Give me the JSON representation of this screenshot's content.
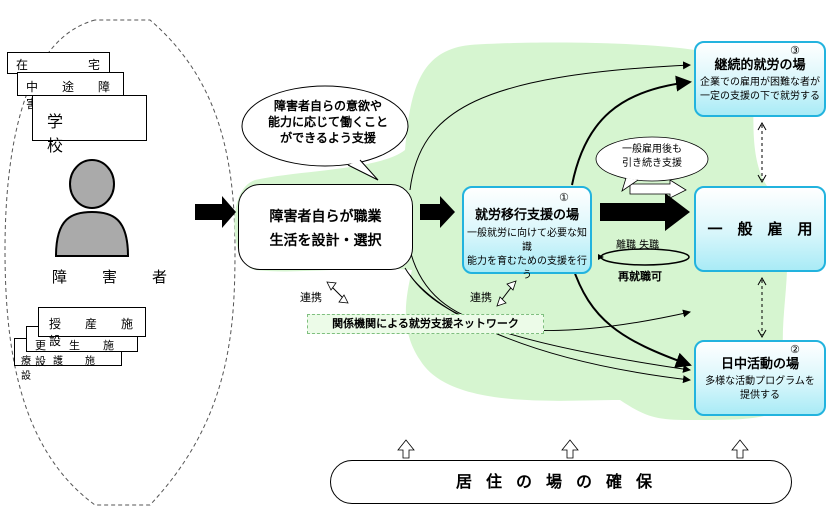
{
  "left_cards": {
    "card1": "在　　　宅",
    "card2": "中　途　障　害",
    "card3": "学　　　校",
    "person_label": "障　害　者",
    "fac1": "授　産　施　設",
    "fac2": "更　生　施　設",
    "fac3": "療　護　施　設"
  },
  "support_bubble": {
    "line1": "障害者自らの意欲や",
    "line2": "能力に応じて働くこと",
    "line3": "ができるよう支援"
  },
  "choice_box": {
    "line1": "障害者自らが職業",
    "line2": "生活を設計・選択"
  },
  "transition": {
    "number": "①",
    "title": "就労移行支援の場",
    "line1": "一般就労に向けて必要な知識",
    "line2": "能力を育むための支援を行う"
  },
  "continuous": {
    "number": "③",
    "title": "継続的就労の場",
    "line1": "企業での雇用が困難な者が",
    "line2": "一定の支援の下で就労する"
  },
  "general": {
    "title": "一　般　雇　用"
  },
  "daytime": {
    "number": "②",
    "title": "日中活動の場",
    "line1": "多様な活動プログラムを",
    "line2": "提供する"
  },
  "continued_bubble": {
    "line1": "一般雇用後も",
    "line2": "引き続き支援"
  },
  "labels": {
    "renkei1": "連携",
    "renkei2": "連携",
    "rishoku": "離職 失職",
    "saishushoku": "再就職可"
  },
  "network": "関係機関による就労支援ネットワーク",
  "housing": "居住の場の確保"
}
